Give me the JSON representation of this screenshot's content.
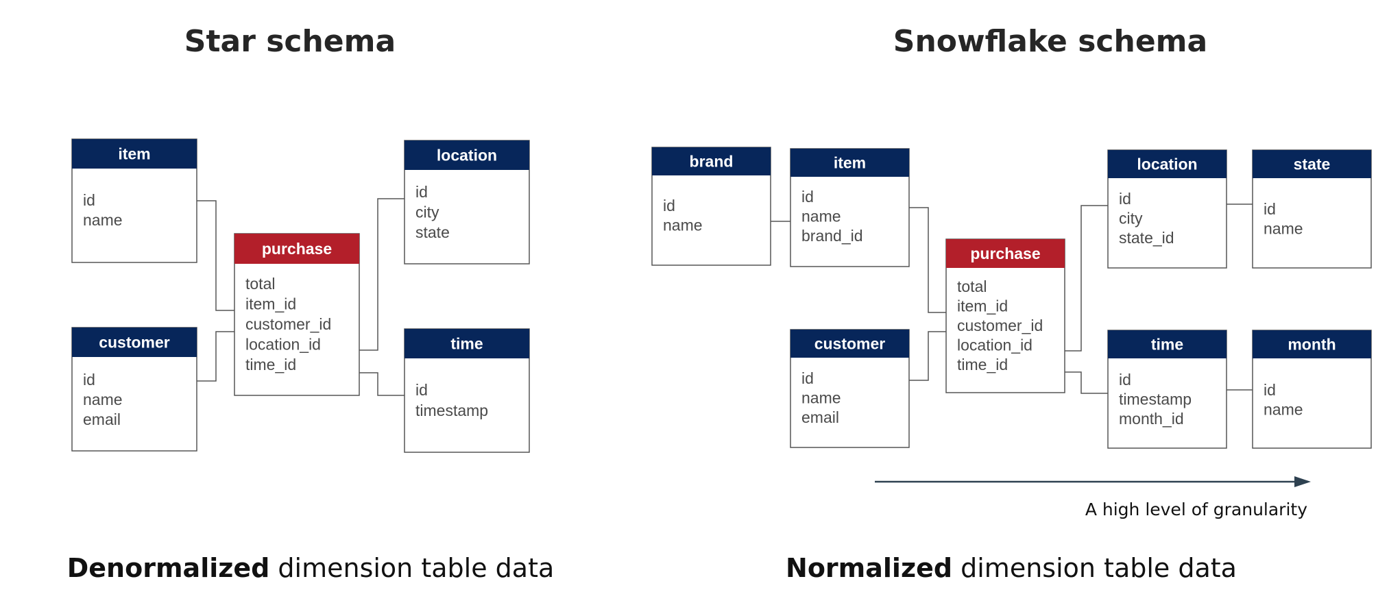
{
  "star": {
    "title": "Star schema",
    "caption_bold": "Denormalized",
    "caption_rest": " dimension table data",
    "tables": [
      {
        "key": "item",
        "name": "item",
        "fact": false,
        "fields": [
          "id",
          "name"
        ]
      },
      {
        "key": "customer",
        "name": "customer",
        "fact": false,
        "fields": [
          "id",
          "name",
          "email"
        ]
      },
      {
        "key": "purchase",
        "name": "purchase",
        "fact": true,
        "fields": [
          "total",
          "item_id",
          "customer_id",
          "location_id",
          "time_id"
        ]
      },
      {
        "key": "location",
        "name": "location",
        "fact": false,
        "fields": [
          "id",
          "city",
          "state"
        ]
      },
      {
        "key": "time",
        "name": "time",
        "fact": false,
        "fields": [
          "id",
          "timestamp"
        ]
      }
    ]
  },
  "snowflake": {
    "title": "Snowflake schema",
    "caption_bold": "Normalized",
    "caption_rest": " dimension table data",
    "arrow_label": "A high level of granularity",
    "tables": [
      {
        "key": "brand",
        "name": "brand",
        "fact": false,
        "fields": [
          "id",
          "name"
        ]
      },
      {
        "key": "item",
        "name": "item",
        "fact": false,
        "fields": [
          "id",
          "name",
          "brand_id"
        ]
      },
      {
        "key": "customer",
        "name": "customer",
        "fact": false,
        "fields": [
          "id",
          "name",
          "email"
        ]
      },
      {
        "key": "purchase",
        "name": "purchase",
        "fact": true,
        "fields": [
          "total",
          "item_id",
          "customer_id",
          "location_id",
          "time_id"
        ]
      },
      {
        "key": "location",
        "name": "location",
        "fact": false,
        "fields": [
          "id",
          "city",
          "state_id"
        ]
      },
      {
        "key": "state",
        "name": "state",
        "fact": false,
        "fields": [
          "id",
          "name"
        ]
      },
      {
        "key": "time",
        "name": "time",
        "fact": false,
        "fields": [
          "id",
          "timestamp",
          "month_id"
        ]
      },
      {
        "key": "month",
        "name": "month",
        "fact": false,
        "fields": [
          "id",
          "name"
        ]
      }
    ]
  },
  "colors": {
    "dimension_header": "#07265a",
    "fact_header": "#b31f2a",
    "border": "#555555",
    "connector": "#555555",
    "arrow": "#2e4150"
  }
}
